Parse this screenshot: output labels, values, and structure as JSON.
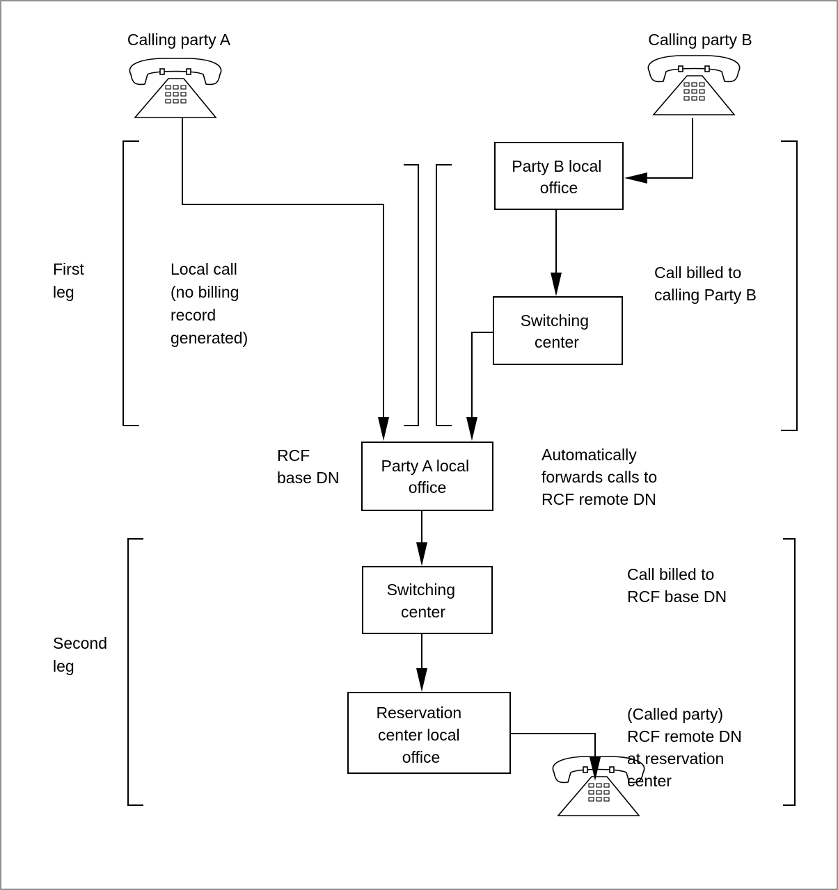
{
  "labels": {
    "calling_party_a": "Calling party A",
    "calling_party_b": "Calling party B",
    "first_leg": [
      "First",
      "leg"
    ],
    "second_leg": [
      "Second",
      "leg"
    ],
    "local_call_note": [
      "Local call",
      "(no billing",
      "record",
      "generated)"
    ],
    "billed_to_b": [
      "Call billed to",
      "calling Party B"
    ],
    "rcf_base_dn": [
      "RCF",
      "base DN"
    ],
    "auto_forward": [
      "Automatically",
      "forwards calls to",
      "RCF remote DN"
    ],
    "billed_to_base": [
      "Call billed to",
      "RCF base DN"
    ],
    "called_party": [
      "(Called party)",
      "RCF remote DN",
      "at reservation",
      "center"
    ]
  },
  "boxes": {
    "party_b_office": [
      "Party B local",
      "office"
    ],
    "switching_center_top": [
      "Switching",
      "center"
    ],
    "party_a_office": [
      "Party A local",
      "office"
    ],
    "switching_center_bottom": [
      "Switching",
      "center"
    ],
    "reservation_office": [
      "Reservation",
      "center local",
      "office"
    ]
  },
  "icons": {
    "phone_a": "telephone-icon",
    "phone_b": "telephone-icon",
    "phone_called": "telephone-icon"
  }
}
